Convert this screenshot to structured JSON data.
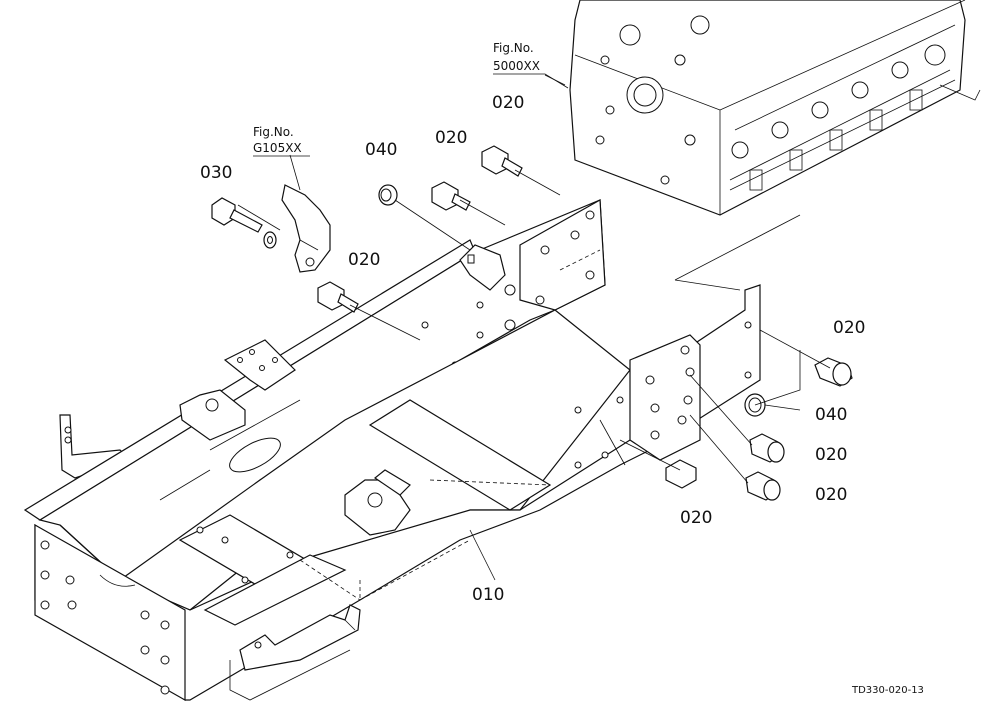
{
  "fig_refs": [
    {
      "title": "Fig.No.",
      "code": "G105XX"
    },
    {
      "title": "Fig.No.",
      "code": "5000XX"
    }
  ],
  "callouts": {
    "frame": "010",
    "bolt_a": "020",
    "bolt_b": "020",
    "bolt_c": "020",
    "bolt_d": "020",
    "bolt_e": "020",
    "bolt_f": "020",
    "bolt_g": "020",
    "bolt_h": "030",
    "plug_a": "040",
    "plug_b": "040"
  },
  "drawing_code": "TD330-020-13"
}
